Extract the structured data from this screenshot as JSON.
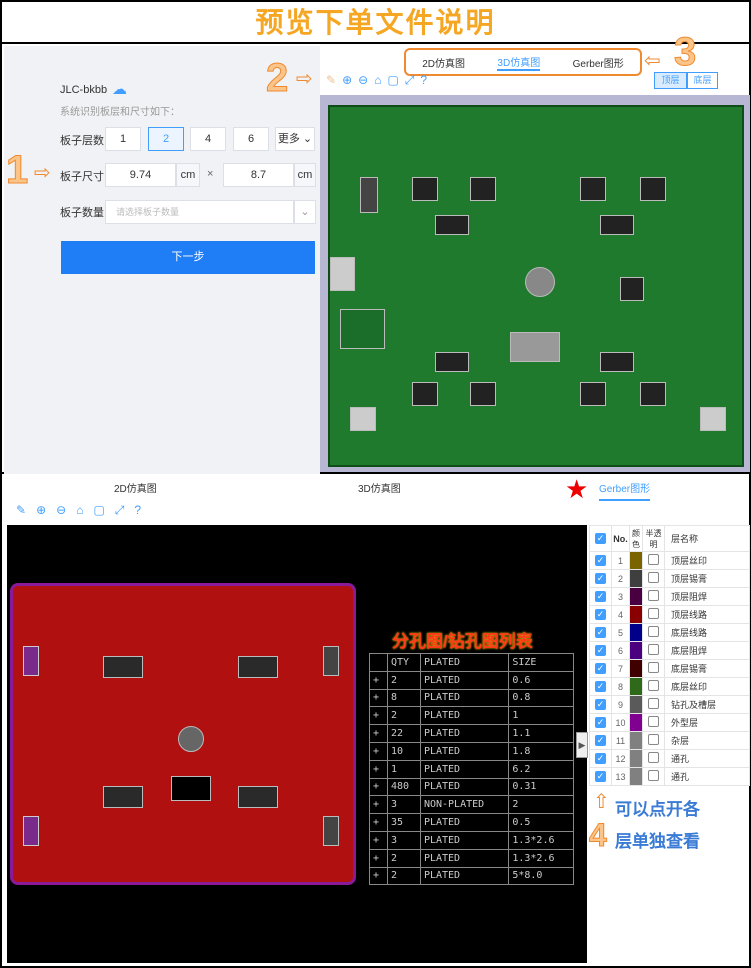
{
  "banner": {
    "title": "预览下单文件说明"
  },
  "annotations": {
    "n1": "1",
    "n2": "2",
    "n3": "3",
    "n4": "4",
    "star": "★",
    "hint_line1": "可以点开各",
    "hint_line2": "层单独查看"
  },
  "form": {
    "file_name": "JLC-bkbb",
    "subtitle": "系统识别板层和尺寸如下：",
    "layers_label": "板子层数",
    "layer_options": [
      "1",
      "2",
      "4",
      "6"
    ],
    "layer_selected": "2",
    "more_label": "更多",
    "size_label": "板子尺寸",
    "width": "9.74",
    "height": "8.7",
    "unit": "cm",
    "times": "×",
    "qty_label": "板子数量",
    "qty_placeholder": "请选择板子数量",
    "next_button": "下一步"
  },
  "viewer_top": {
    "tabs": [
      "2D仿真图",
      "3D仿真图",
      "Gerber图形"
    ],
    "active_tab": "3D仿真图",
    "side_buttons": [
      "顶层",
      "底层"
    ],
    "active_side": "顶层"
  },
  "viewer_bottom": {
    "tabs": [
      "2D仿真图",
      "3D仿真图",
      "Gerber图形"
    ],
    "active_tab": "Gerber图形"
  },
  "drill_table": {
    "title": "分孔图/钻孔图列表",
    "headers": [
      "",
      "QTY",
      "PLATED",
      "SIZE"
    ],
    "rows": [
      [
        "2",
        "PLATED",
        "0.6"
      ],
      [
        "8",
        "PLATED",
        "0.8"
      ],
      [
        "2",
        "PLATED",
        "1"
      ],
      [
        "22",
        "PLATED",
        "1.1"
      ],
      [
        "10",
        "PLATED",
        "1.8"
      ],
      [
        "1",
        "PLATED",
        "6.2"
      ],
      [
        "480",
        "PLATED",
        "0.31"
      ],
      [
        "3",
        "NON-PLATED",
        "2"
      ],
      [
        "35",
        "PLATED",
        "0.5"
      ],
      [
        "3",
        "PLATED",
        "1.3*2.6"
      ],
      [
        "2",
        "PLATED",
        "1.3*2.6"
      ],
      [
        "2",
        "PLATED",
        "5*8.0"
      ]
    ]
  },
  "layers": {
    "headers": {
      "no": "No.",
      "color": "颜色",
      "transparent": "半透明",
      "name": "层名称"
    },
    "items": [
      {
        "no": "1",
        "color": "#7a6400",
        "name": "顶层丝印"
      },
      {
        "no": "2",
        "color": "#3f3f3f",
        "name": "顶层锡膏"
      },
      {
        "no": "3",
        "color": "#4a0040",
        "name": "顶层阻焊"
      },
      {
        "no": "4",
        "color": "#8a0000",
        "name": "顶层线路"
      },
      {
        "no": "5",
        "color": "#00008a",
        "name": "底层线路"
      },
      {
        "no": "6",
        "color": "#4b0080",
        "name": "底层阻焊"
      },
      {
        "no": "7",
        "color": "#400000",
        "name": "底层锡膏"
      },
      {
        "no": "8",
        "color": "#2f6a1a",
        "name": "底层丝印"
      },
      {
        "no": "9",
        "color": "#5a5a5a",
        "name": "钻孔及槽层"
      },
      {
        "no": "10",
        "color": "#800090",
        "name": "外型层"
      },
      {
        "no": "11",
        "color": "#808080",
        "name": "杂层"
      },
      {
        "no": "12",
        "color": "#808080",
        "name": "通孔"
      },
      {
        "no": "13",
        "color": "#808080",
        "name": "通孔"
      }
    ]
  }
}
